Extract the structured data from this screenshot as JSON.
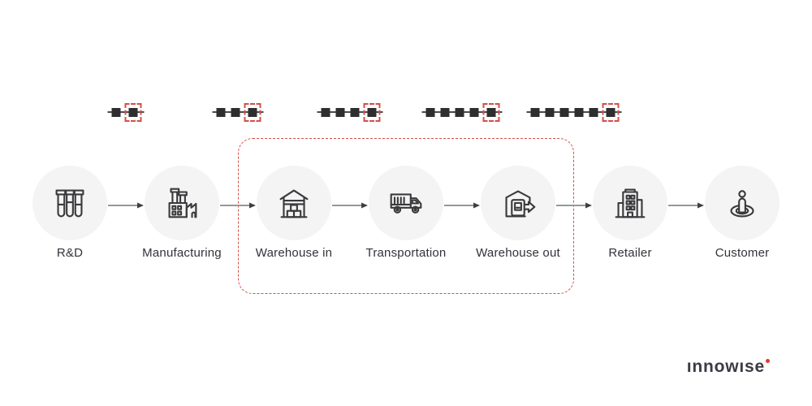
{
  "diagram": {
    "stages": [
      {
        "label": "R&D",
        "icon": "test-tubes"
      },
      {
        "label": "Manufacturing",
        "icon": "factory"
      },
      {
        "label": "Warehouse in",
        "icon": "warehouse-in"
      },
      {
        "label": "Transportation",
        "icon": "truck"
      },
      {
        "label": "Warehouse out",
        "icon": "warehouse-out"
      },
      {
        "label": "Retailer",
        "icon": "retailer-building"
      },
      {
        "label": "Customer",
        "icon": "customer"
      }
    ],
    "chains": [
      {
        "blocks": 2,
        "new_block_highlighted": true
      },
      {
        "blocks": 3,
        "new_block_highlighted": true
      },
      {
        "blocks": 4,
        "new_block_highlighted": true
      },
      {
        "blocks": 5,
        "new_block_highlighted": true
      },
      {
        "blocks": 6,
        "new_block_highlighted": true
      }
    ],
    "highlight_group_stages": [
      "Warehouse in",
      "Transportation",
      "Warehouse out"
    ],
    "colors": {
      "accent_red": "#d44f4a",
      "block_dark": "#2e2e30",
      "chain_line": "#4a4a4c",
      "circle_bg": "#f4f4f5",
      "icon_stroke": "#3a3a3c",
      "label_text": "#32323a",
      "arrow_gray": "#97989c",
      "arrow_head": "#3f3f41",
      "logo_text": "#3b3b42",
      "logo_dot": "#e3372b"
    }
  },
  "branding": {
    "logo_text": "ınnowıse"
  }
}
